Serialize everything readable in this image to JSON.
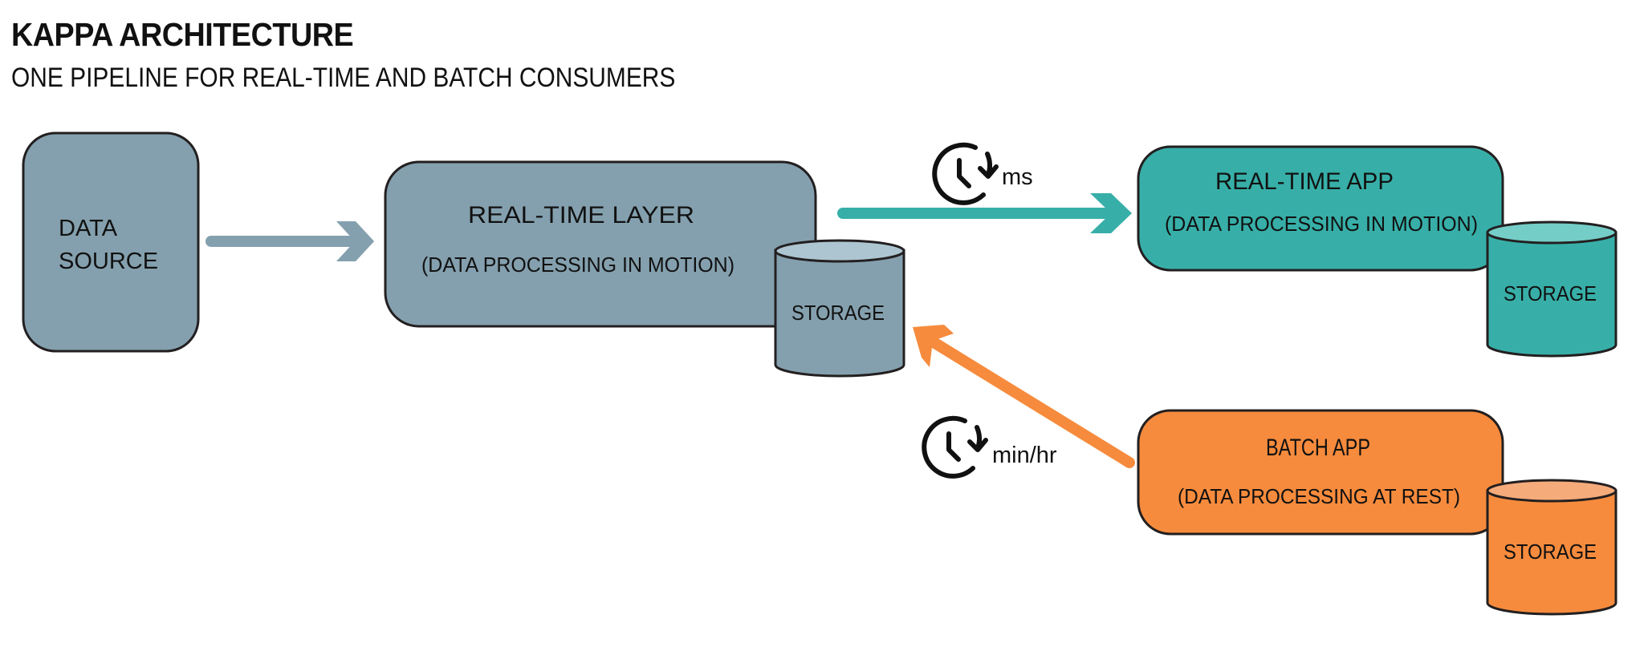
{
  "header": {
    "title": "KAPPA ARCHITECTURE",
    "subtitle": "ONE PIPELINE FOR REAL-TIME AND BATCH CONSUMERS"
  },
  "colors": {
    "slate": "#84a0ae",
    "slate_top": "#adc5d1",
    "teal": "#37afa8",
    "teal_top": "#74cdc6",
    "orange": "#f68b3d",
    "orange_top": "#f5ab7a",
    "outline": "#231f20"
  },
  "nodes": {
    "data_source": {
      "line1": "DATA",
      "line2": "SOURCE"
    },
    "realtime_layer": {
      "title": "REAL-TIME LAYER",
      "subtitle": "(DATA PROCESSING IN MOTION)",
      "storage": "STORAGE"
    },
    "realtime_app": {
      "title": "REAL-TIME APP",
      "subtitle": "(DATA PROCESSING IN MOTION)",
      "storage": "STORAGE"
    },
    "batch_app": {
      "title": "BATCH APP",
      "subtitle": "(DATA PROCESSING AT REST)",
      "storage": "STORAGE"
    }
  },
  "edges": {
    "realtime_latency": {
      "icon": "clock-refresh-icon",
      "label": "ms"
    },
    "batch_latency": {
      "icon": "clock-refresh-icon",
      "label": "min/hr"
    }
  }
}
